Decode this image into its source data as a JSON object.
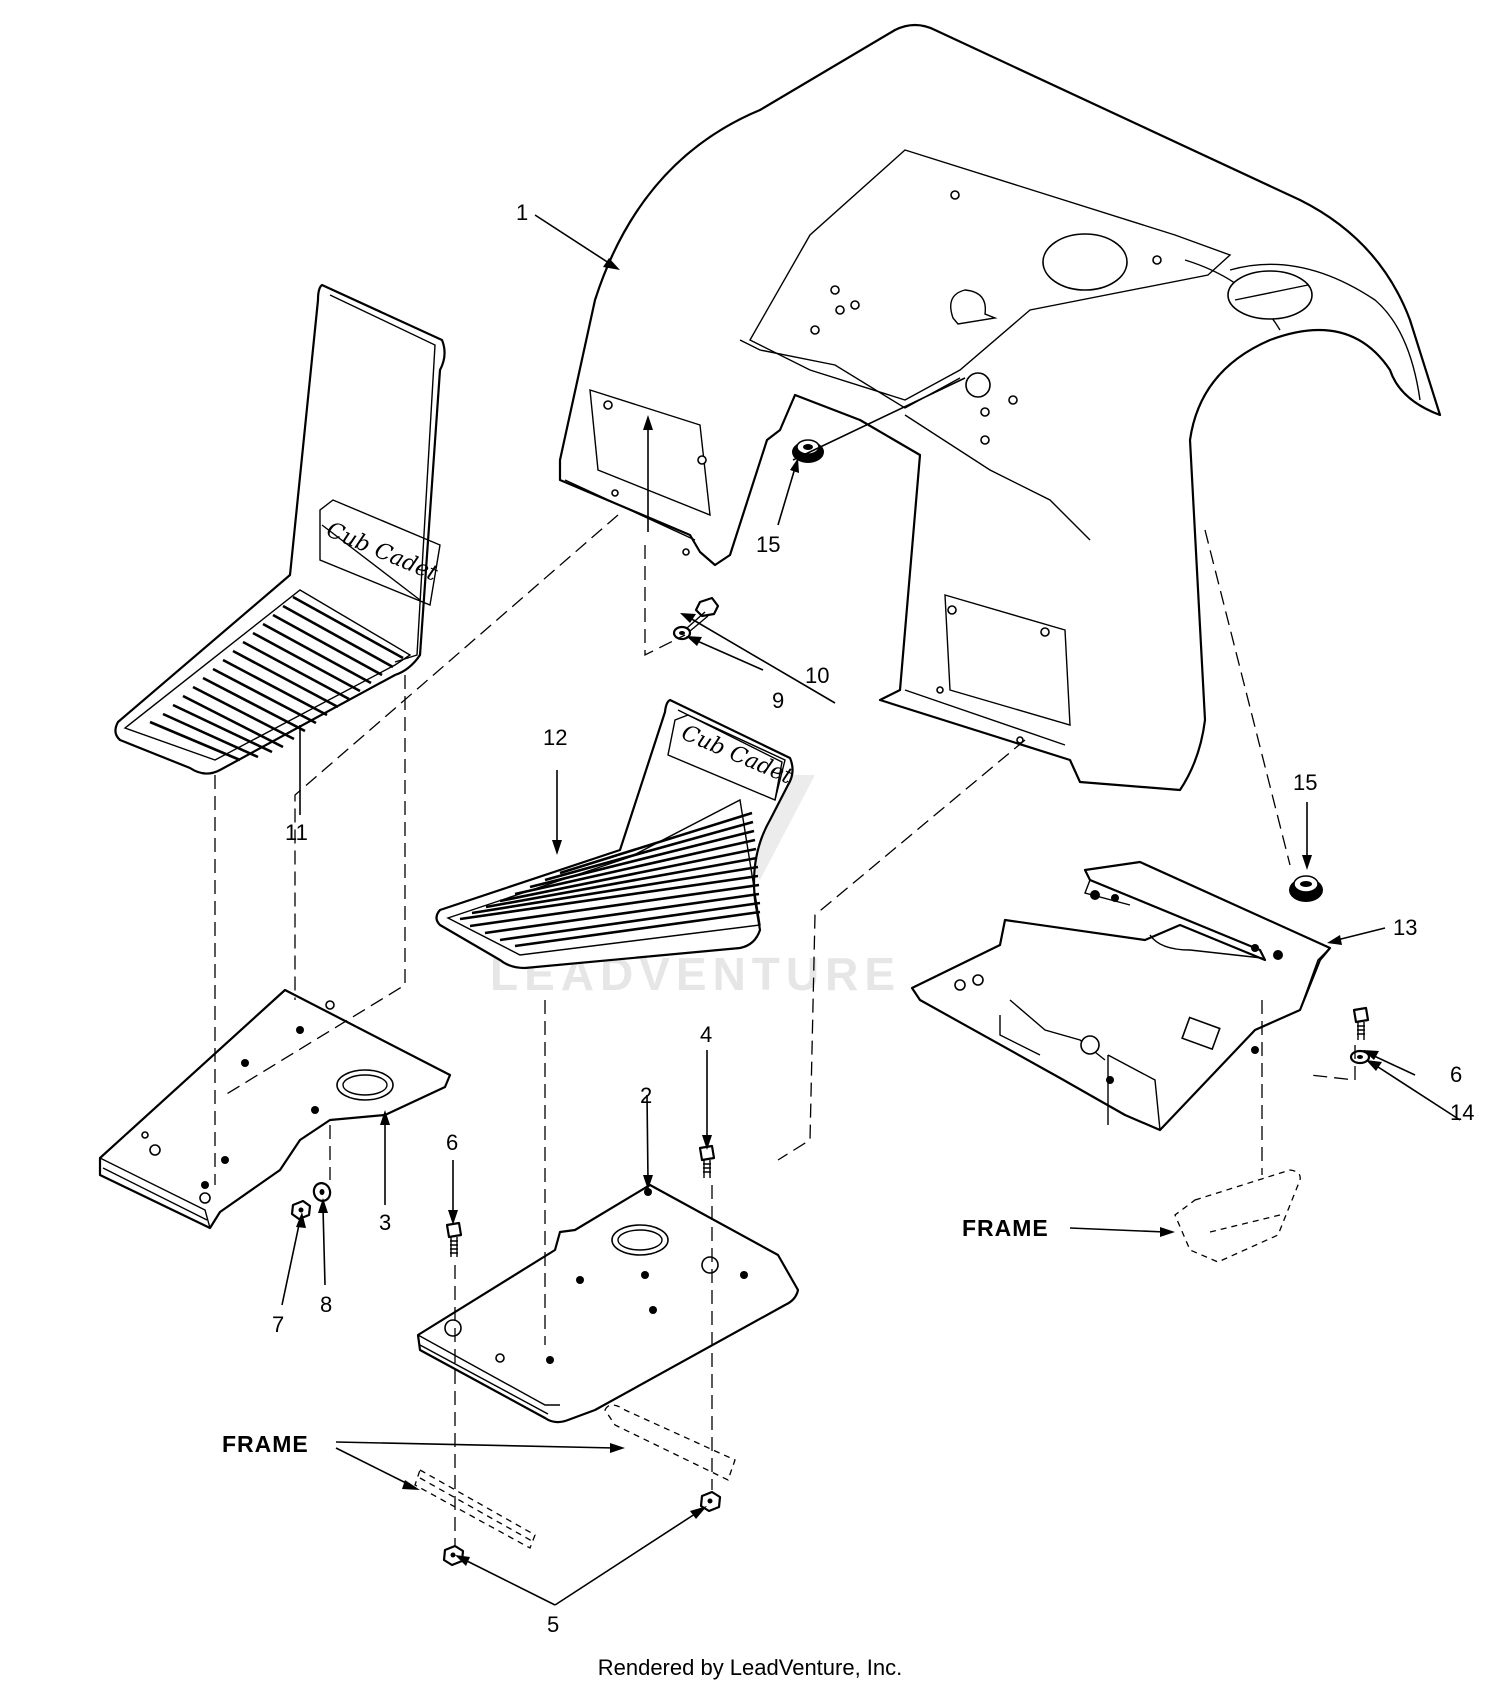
{
  "callouts": {
    "c1": "1",
    "c2": "2",
    "c3": "3",
    "c4": "4",
    "c5": "5",
    "c6a": "6",
    "c6b": "6",
    "c7": "7",
    "c8": "8",
    "c9": "9",
    "c10": "10",
    "c11": "11",
    "c12": "12",
    "c13": "13",
    "c14": "14",
    "c15a": "15",
    "c15b": "15"
  },
  "frame_labels": {
    "left": "FRAME",
    "right": "FRAME"
  },
  "mat_brand": {
    "mat11": "Cub Cadet",
    "mat12": "Cub Cadet"
  },
  "watermark": "LEADVENTURE",
  "footer": "Rendered by LeadVenture, Inc."
}
